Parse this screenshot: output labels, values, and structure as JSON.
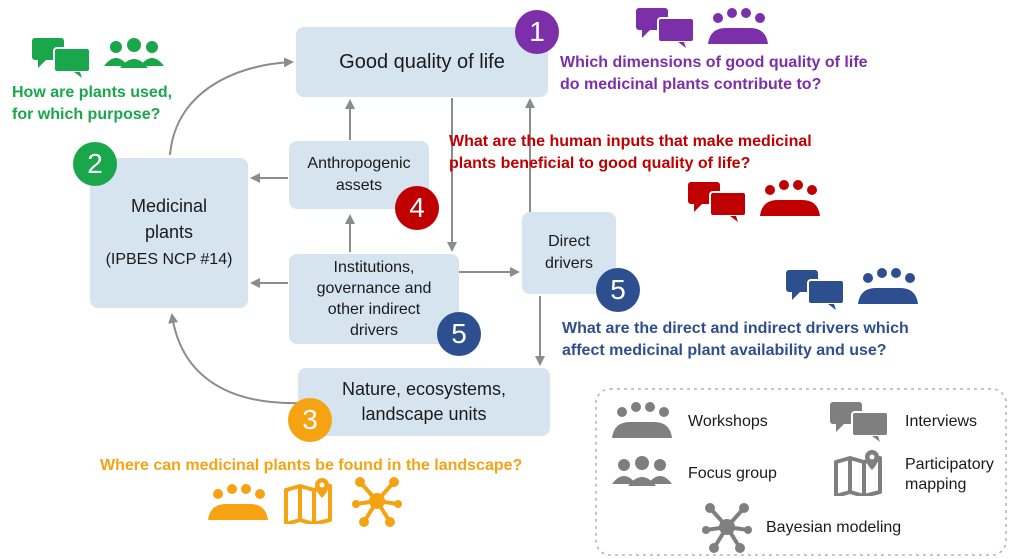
{
  "boxes": {
    "good_quality_of_life": "Good quality of life",
    "medicinal_plants": "Medicinal plants",
    "medicinal_plants_sub": "(IPBES NCP #14)",
    "anthropogenic_assets": "Anthropogenic assets",
    "institutions": "Institutions, governance and other indirect drivers",
    "direct_drivers": "Direct drivers",
    "nature": "Nature, ecosystems, landscape units"
  },
  "badges": {
    "b1": "1",
    "b2": "2",
    "b3": "3",
    "b4": "4",
    "b5a": "5",
    "b5b": "5"
  },
  "questions": {
    "q1": "Which dimensions of good quality of life do medicinal plants contribute to?",
    "q2": "How are plants used, for which purpose?",
    "q3": "Where can medicinal plants be found in the landscape?",
    "q4": "What are the human inputs that make medicinal plants beneficial to good quality of life?",
    "q5": "What are the direct and indirect drivers which affect medicinal plant availability and use?"
  },
  "legend": {
    "workshops": "Workshops",
    "interviews": "Interviews",
    "focus_group": "Focus group",
    "participatory_mapping": "Participatory mapping",
    "bayesian_modeling": "Bayesian modeling"
  },
  "colors": {
    "green": "#1aa64a",
    "purple": "#7b2fa8",
    "orange": "#f5a313",
    "red": "#c00000",
    "blue": "#2e4f8f",
    "gray": "#7f7f7f",
    "box": "#d6e4f0"
  },
  "icons": [
    "speech-bubbles-icon",
    "group-icon",
    "workshop-icon",
    "map-pin-icon",
    "network-icon"
  ]
}
